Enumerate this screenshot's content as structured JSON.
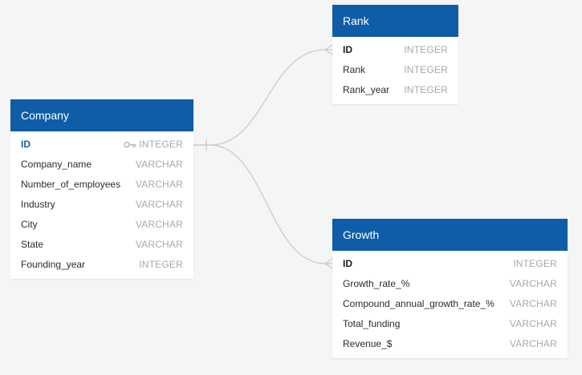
{
  "colors": {
    "background": "#f4f5f5",
    "header": "#0f5da6",
    "type_text": "#a4a9ad",
    "connector": "#c6c9cb"
  },
  "entities": {
    "company": {
      "title": "Company",
      "columns": [
        {
          "name": "ID",
          "type": "INTEGER"
        },
        {
          "name": "Company_name",
          "type": "VARCHAR"
        },
        {
          "name": "Number_of_employees",
          "type": "VARCHAR"
        },
        {
          "name": "Industry",
          "type": "VARCHAR"
        },
        {
          "name": "City",
          "type": "VARCHAR"
        },
        {
          "name": "State",
          "type": "VARCHAR"
        },
        {
          "name": "Founding_year",
          "type": "INTEGER"
        }
      ]
    },
    "rank": {
      "title": "Rank",
      "columns": [
        {
          "name": "ID",
          "type": "INTEGER"
        },
        {
          "name": "Rank",
          "type": "INTEGER"
        },
        {
          "name": "Rank_year",
          "type": "INTEGER"
        }
      ]
    },
    "growth": {
      "title": "Growth",
      "columns": [
        {
          "name": "ID",
          "type": "INTEGER"
        },
        {
          "name": "Growth_rate_%",
          "type": "VARCHAR"
        },
        {
          "name": "Compound_annual_growth_rate_%",
          "type": "VARCHAR"
        },
        {
          "name": "Total_funding",
          "type": "VARCHAR"
        },
        {
          "name": "Revenue_$",
          "type": "VARCHAR"
        }
      ]
    }
  },
  "relationships": [
    {
      "from": "Company.ID",
      "to": "Rank.ID",
      "from_end": "one",
      "to_end": "many"
    },
    {
      "from": "Company.ID",
      "to": "Growth.ID",
      "from_end": "one",
      "to_end": "many"
    }
  ]
}
